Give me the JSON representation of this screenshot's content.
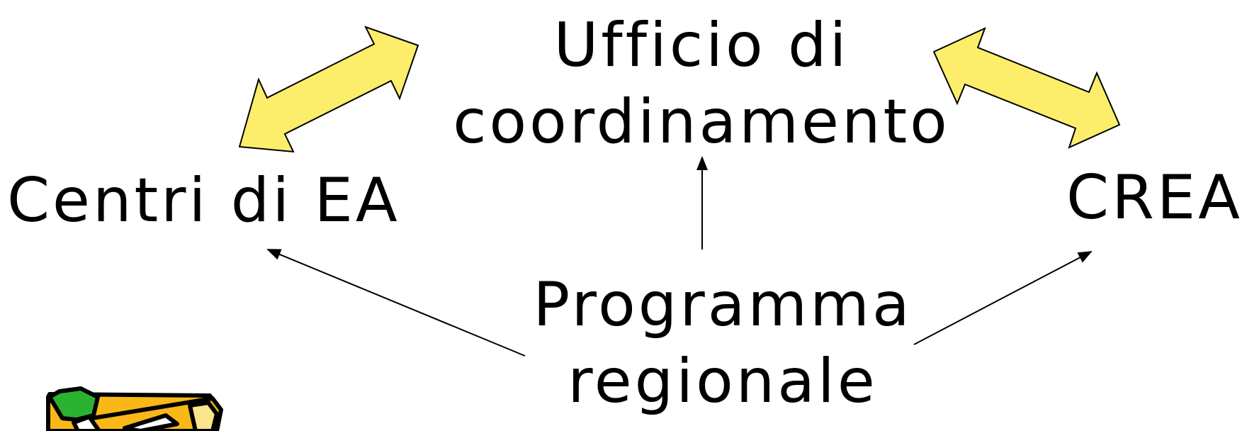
{
  "nodes": {
    "coordination_office": {
      "line1": "Ufficio di",
      "line2": "coordinamento"
    },
    "ea_centers": {
      "label": "Centri di EA"
    },
    "crea": {
      "label": "CREA"
    },
    "regional_program": {
      "line1": "Programma",
      "line2": "regionale"
    }
  },
  "edges": [
    {
      "from": "ea_centers",
      "to": "coordination_office",
      "style": "yellow double-headed block arrow"
    },
    {
      "from": "coordination_office",
      "to": "crea",
      "style": "yellow double-headed block arrow"
    },
    {
      "from": "regional_program",
      "to": "coordination_office",
      "style": "thin single arrow"
    },
    {
      "from": "regional_program",
      "to": "ea_centers",
      "style": "thin single arrow"
    },
    {
      "from": "regional_program",
      "to": "crea",
      "style": "thin single arrow"
    }
  ],
  "colors": {
    "block_arrow_fill": "#FCEE6A",
    "block_arrow_stroke": "#000000",
    "line": "#000000",
    "clipart_green": "#2BB231",
    "clipart_orange": "#F9B817",
    "clipart_yellow": "#FBE58A"
  },
  "icons": {
    "clipart": "diploma-scroll-icon"
  }
}
